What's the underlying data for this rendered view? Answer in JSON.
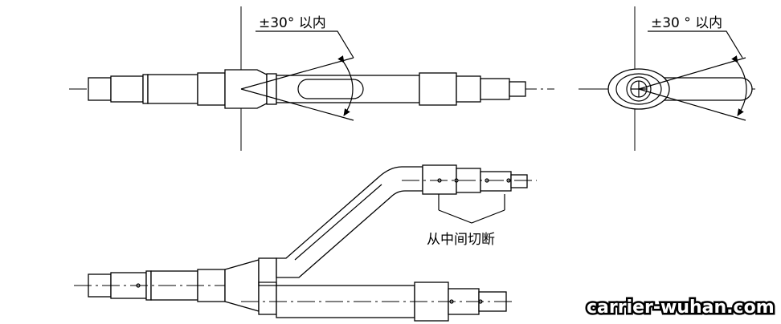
{
  "labels": {
    "angle_main": "±30° 以内",
    "angle_side": "±30 ° 以内",
    "cut_note": "从中间切断",
    "watermark": "carrier-wuhan.com"
  }
}
